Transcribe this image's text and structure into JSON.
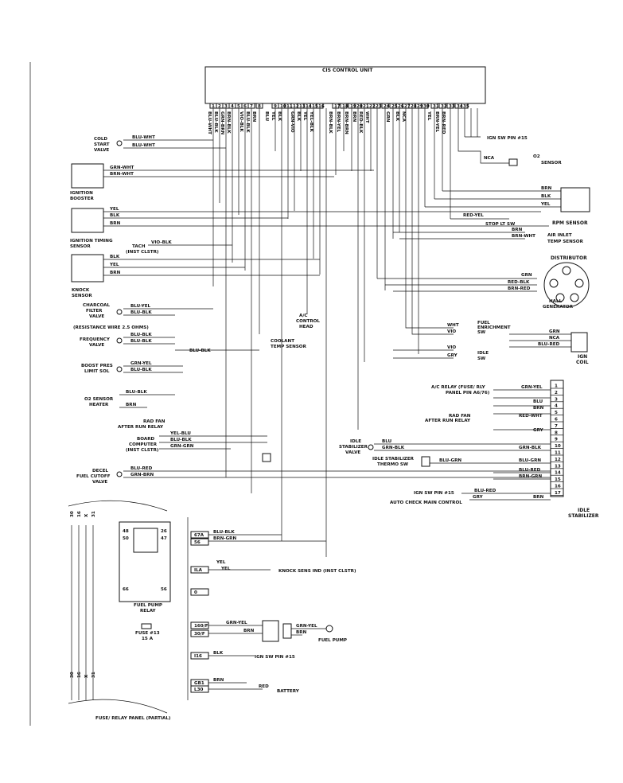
{
  "control_unit": {
    "title": "CIS CONTROL UNIT",
    "pins": [
      "1",
      "2",
      "3",
      "4",
      "5",
      "6",
      "7",
      "8",
      "9",
      "10",
      "11",
      "12",
      "13",
      "14",
      "15",
      "16",
      "17",
      "18",
      "19",
      "20",
      "21",
      "22",
      "23",
      "24",
      "25",
      "26",
      "27",
      "28",
      "29",
      "30",
      "31",
      "32",
      "33",
      "34",
      "35"
    ]
  },
  "ecu_wires": [
    "BLU-WHT",
    "BLU-BLK",
    "GRN-BRN",
    "BRN-BLK",
    "VIO-BLK",
    "BLU-BLK",
    "BRN",
    "BLU",
    "YEL",
    "BLK",
    "GRN-VIO",
    "BLK",
    "YEL",
    "YEL-BLK",
    "BRN-BLK",
    "BRN-YEL",
    "BRN-BRN",
    "BRN",
    "RED-BLK",
    "WHT",
    "GRN",
    "BLK",
    "NCA",
    "YEL",
    "BRN-YEL",
    "BRN-RED"
  ],
  "labels": {
    "cold_start_valve": [
      "COLD",
      "START",
      "VALVE"
    ],
    "ignition_booster": [
      "IGNITION",
      "BOOSTER"
    ],
    "timing_sensor": [
      "IGNITION TIMING",
      "SENSOR"
    ],
    "knock_sensor": [
      "KNOCK",
      "SENSOR"
    ],
    "tach": "TACH",
    "tach_sub": "(INST CLSTR)",
    "charcoal": [
      "CHARCOAL",
      "FILTER",
      "VALVE"
    ],
    "resistance_wire": "(RESISTANCE WIRE 2.5 OHMS)",
    "frequency_valve": [
      "FREQUENCY",
      "VALVE"
    ],
    "boost_press": [
      "BOOST PRES",
      "LIMIT SOL"
    ],
    "o2_heater": [
      "O2 SENSOR",
      "HEATER"
    ],
    "rad_fan_left": [
      "RAD FAN",
      "AFTER RUN RELAY"
    ],
    "board_computer": [
      "BOARD",
      "COMPUTER",
      "(INST CLSTR)"
    ],
    "decel": [
      "DECEL",
      "FUEL CUTOFF",
      "VALVE"
    ],
    "coolant": [
      "COOLANT",
      "TEMP SENSOR"
    ],
    "ac_head": [
      "A/C",
      "CONTROL",
      "HEAD"
    ],
    "ign_sw_top": "IGN SW PIN #15",
    "o2_sensor": [
      "O2",
      "SENSOR"
    ],
    "rpm_sensor": "RPM SENSOR",
    "stop_lt": "STOP LT SW",
    "air_inlet": [
      "AIR INLET",
      "TEMP SENSOR"
    ],
    "distributor": "DISTRIBUTOR",
    "hall": [
      "HALL",
      "GENERATOR"
    ],
    "fuel_enrich": [
      "FUEL",
      "ENRICHMENT",
      "SW"
    ],
    "idle_sw": [
      "IDLE",
      "SW"
    ],
    "ign_coil": [
      "IGN",
      "COIL"
    ],
    "ac_relay": [
      "A/C RELAY (FUSE/ RLY",
      "PANEL PIN A6/76)"
    ],
    "rad_fan_right": [
      "RAD FAN",
      "AFTER RUN RELAY"
    ],
    "idle_valve": [
      "IDLE",
      "STABILIZER",
      "VALVE"
    ],
    "idle_thermo": [
      "IDLE STABILIZER",
      "THERMO SW"
    ],
    "ign_sw_mid": "IGN SW PIN #15",
    "auto_check": "AUTO CHECK MAIN CONTROL",
    "idle_stab": [
      "IDLE",
      "STABILIZER"
    ],
    "knock_sens_ind": "KNOCK SENS IND (INST CLSTR)",
    "fuel_pump_relay": [
      "FUEL PUMP",
      "RELAY"
    ],
    "fuse": [
      "FUSE #13",
      "15 A"
    ],
    "fuel_pump": "FUEL PUMP",
    "ign_sw_bottom": "IGN SW PIN #15",
    "battery": "BATTERY",
    "panel": "FUSE/ RELAY PANEL (PARTIAL)"
  },
  "wire_colors": {
    "blu_wht": "BLU-WHT",
    "grn_wht": "GRN-WHT",
    "brn_wht": "BRN-WHT",
    "yel": "YEL",
    "blk": "BLK",
    "brn": "BRN",
    "vio_blk": "VIO-BLK",
    "blu_yel": "BLU-YEL",
    "blu_blk": "BLU-BLK",
    "grn_yel": "GRN-YEL",
    "yel_blu": "YEL-BLU",
    "grn_grn": "GRN-GRN",
    "blu_red": "BLU-RED",
    "grn_brn": "GRN-BRN",
    "red_yel": "RED-YEL",
    "red_blk": "RED-BLK",
    "brn_red": "BRN-RED",
    "wht": "WHT",
    "vio": "VIO",
    "gry": "GRY",
    "grn": "GRN",
    "nca": "NCA",
    "red_wht": "RED-WHT",
    "blu": "BLU",
    "blu_grn": "BLU-GRN",
    "brn_grn": "BRN-GRN",
    "grn_blk": "GRN-BLK",
    "red": "RED"
  },
  "idle_pins": [
    "1",
    "2",
    "3",
    "4",
    "5",
    "6",
    "7",
    "8",
    "9",
    "10",
    "11",
    "12",
    "13",
    "14",
    "15",
    "16",
    "17"
  ],
  "relay": {
    "pins": [
      "48",
      "50",
      "26",
      "47",
      "66",
      "56"
    ],
    "terms": [
      "67A",
      "56",
      "ILA",
      "0",
      "160/F",
      "30/F",
      "I16",
      "GB1",
      "L30"
    ]
  },
  "panel_pins": [
    "30",
    "16",
    "X",
    "31"
  ]
}
